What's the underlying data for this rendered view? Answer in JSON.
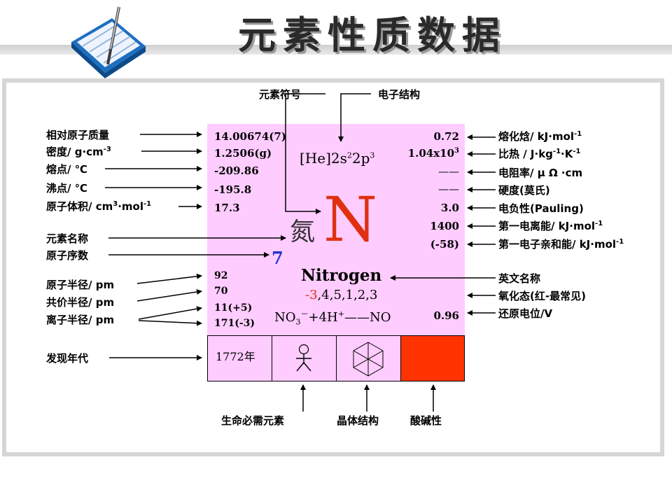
{
  "header": {
    "title": "元素性质数据"
  },
  "top_labels": {
    "symbol": "元素符号",
    "electron_config": "电子结构"
  },
  "left_labels": {
    "atomic_mass": "相对原子质量",
    "density": "密度/ g·cm-3",
    "melting_point": "熔点/ ℃",
    "boiling_point": "沸点/ ℃",
    "atomic_volume": "原子体积/ cm3·mol-1",
    "element_name": "元素名称",
    "atomic_number": "原子序数",
    "atomic_radius": "原子半径/ pm",
    "covalent_radius": "共价半径/ pm",
    "ionic_radius": "离子半径/ pm",
    "discovery_year": "发现年代"
  },
  "right_labels": {
    "heat_of_fusion": "熔化焓/ kJ·mol-1",
    "specific_heat": "比热 / J·kg-1·K-1",
    "resistivity": "电阻率/ μ Ω ·cm",
    "hardness": "硬度(莫氏)",
    "electronegativity": "电负性(Pauling)",
    "first_ionization": "第一电离能/ kJ·mol-1",
    "electron_affinity": "第一电子亲和能/ kJ·mol-1",
    "english_name": "英文名称",
    "oxidation_states": "氧化态(红-最常见)",
    "reduction_potential": "还原电位/V"
  },
  "bottom_labels": {
    "essential": "生命必需元素",
    "crystal": "晶体结构",
    "acid_base": "酸碱性"
  },
  "card": {
    "atomic_mass": "14.00674(7)",
    "density": "1.2506(g)",
    "melting_point": "-209.86",
    "boiling_point": "-195.8",
    "atomic_volume": "17.3",
    "electron_config": "[He]2s22p3",
    "symbol": "N",
    "chinese_name": "氮",
    "atomic_number": "7",
    "heat_of_fusion": "0.72",
    "specific_heat": "1.04x103",
    "resistivity": "——",
    "hardness": "——",
    "electronegativity": "3.0",
    "first_ionization": "1400",
    "electron_affinity": "(-58)",
    "english_name": "Nitrogen",
    "oxidation_main": "-3",
    "oxidation_rest": ",4,5,1,2,3",
    "atomic_radius": "92",
    "covalent_radius": "70",
    "ionic_radius_1": "11(+5)",
    "ionic_radius_2": "171(-3)",
    "reaction": "NO3⁻+4H⁺——NO",
    "reduction_potential": "0.96",
    "discovery_year": "1772年"
  },
  "colors": {
    "card": "#ffccff",
    "symbol": "#e03010",
    "atomic_number": "#2233cc",
    "acid_cell": "#ff3300",
    "main_oxidation": "#e03010"
  }
}
